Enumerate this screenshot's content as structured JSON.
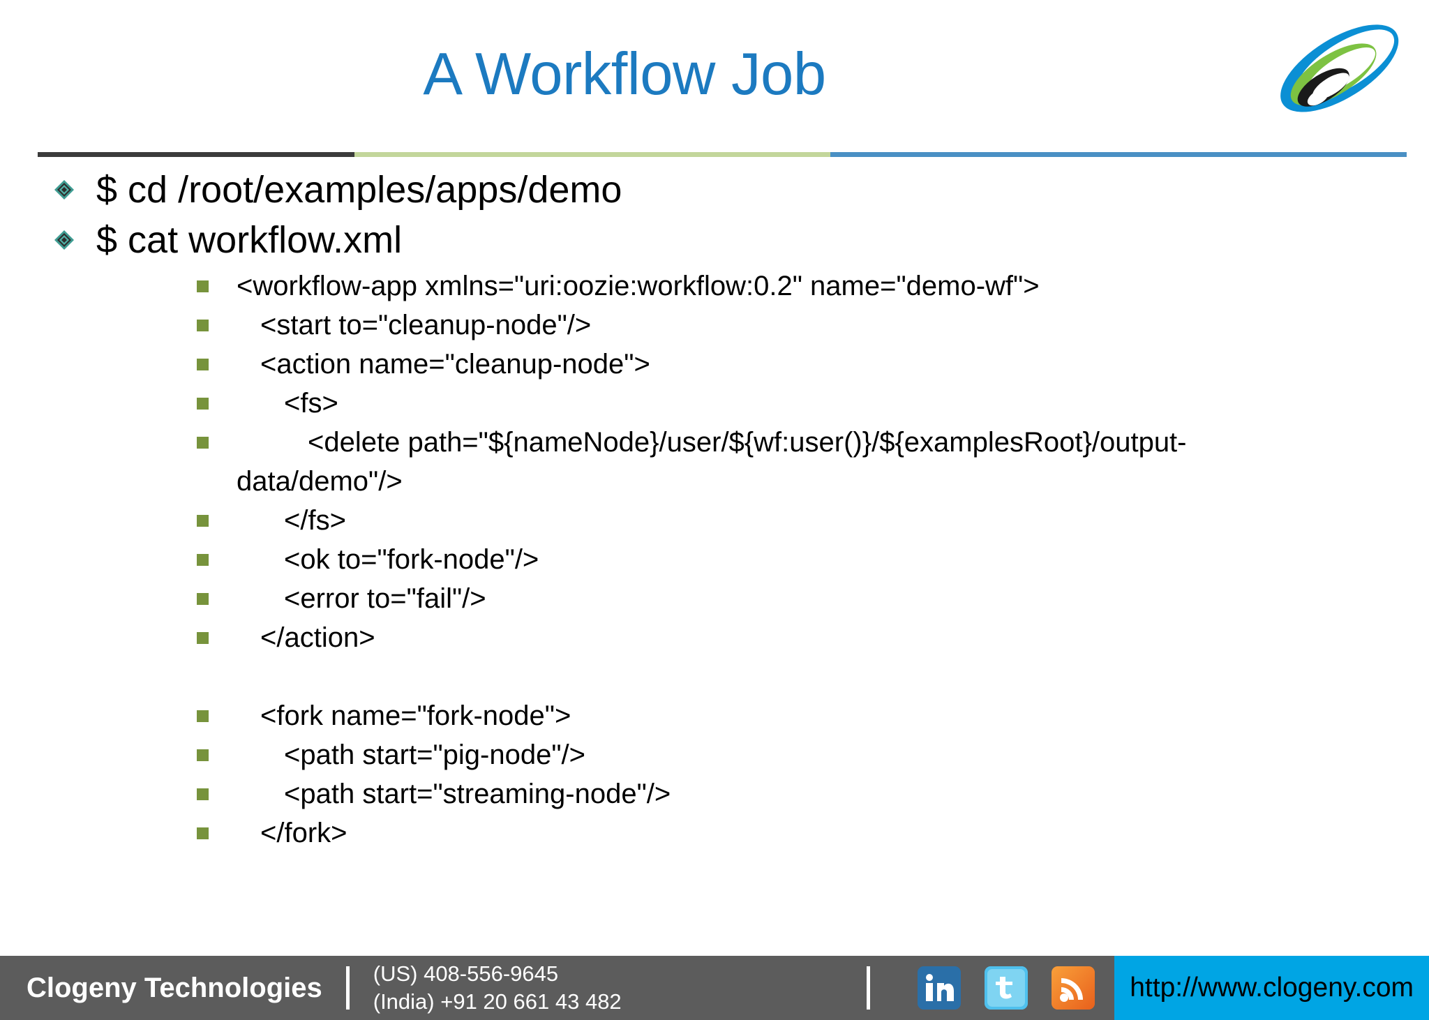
{
  "slide": {
    "title": "A Workflow Job",
    "title_color": "#1C7AC0"
  },
  "divider": {
    "dark_color": "#3B3B3B",
    "green_color": "#C3D69B",
    "blue_color": "#4A90C4"
  },
  "logo": {
    "name": "clogeny-swoosh-logo",
    "blue": "#0B8FD4",
    "green": "#7DC242",
    "black": "#1A1A1A"
  },
  "content": {
    "level1": [
      {
        "text": "$ cd /root/examples/apps/demo"
      },
      {
        "text": "$ cat workflow.xml"
      }
    ],
    "level2": [
      {
        "text": "<workflow-app xmlns=\"uri:oozie:workflow:0.2\" name=\"demo-wf\">",
        "indent": 0,
        "blank": false
      },
      {
        "text": "<start to=\"cleanup-node\"/>",
        "indent": 1,
        "blank": false
      },
      {
        "text": "<action name=\"cleanup-node\">",
        "indent": 1,
        "blank": false
      },
      {
        "text": "<fs>",
        "indent": 2,
        "blank": false
      },
      {
        "text": "<delete path=\"${nameNode}/user/${wf:user()}/${examplesRoot}/output-data/demo\"/>",
        "indent": 3,
        "blank": false
      },
      {
        "text": "</fs>",
        "indent": 2,
        "blank": false
      },
      {
        "text": "<ok to=\"fork-node\"/>",
        "indent": 2,
        "blank": false
      },
      {
        "text": "<error to=\"fail\"/>",
        "indent": 2,
        "blank": false
      },
      {
        "text": "</action>",
        "indent": 1,
        "blank": false
      },
      {
        "text": "",
        "indent": 0,
        "blank": true
      },
      {
        "text": "<fork name=\"fork-node\">",
        "indent": 1,
        "blank": false
      },
      {
        "text": "<path start=\"pig-node\"/>",
        "indent": 2,
        "blank": false
      },
      {
        "text": "<path start=\"streaming-node\"/>",
        "indent": 2,
        "blank": false
      },
      {
        "text": "</fork>",
        "indent": 1,
        "blank": false
      }
    ]
  },
  "footer": {
    "company": "Clogeny Technologies",
    "phone_us": "(US) 408-556-9645",
    "phone_india": "(India) +91 20 661 43 482",
    "social": [
      {
        "name": "linkedin-icon",
        "glyph": "in",
        "color": "#2A6FA8"
      },
      {
        "name": "twitter-icon",
        "glyph": "t",
        "color": "#4FC0ED"
      },
      {
        "name": "rss-icon",
        "glyph": "",
        "color": "#F08020"
      }
    ],
    "url": "http://www.clogeny.com",
    "url_bg": "#00A5E4",
    "bar_bg": "#5C5C5C"
  }
}
